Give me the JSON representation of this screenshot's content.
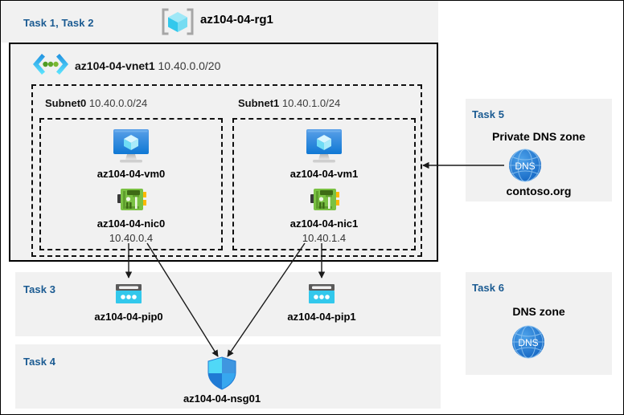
{
  "diagram": {
    "resource_group": {
      "task_label": "Task 1, Task 2",
      "name": "az104-04-rg1",
      "icon": "resource-group-icon"
    },
    "vnet": {
      "name": "az104-04-vnet1",
      "cidr": "10.40.0.0/20",
      "icon": "virtual-network-icon"
    },
    "subnets": [
      {
        "name": "Subnet0",
        "cidr": "10.40.0.0/24",
        "vm": {
          "name": "az104-04-vm0",
          "icon": "virtual-machine-icon"
        },
        "nic": {
          "name": "az104-04-nic0",
          "ip": "10.40.0.4",
          "icon": "network-interface-icon"
        }
      },
      {
        "name": "Subnet1",
        "cidr": "10.40.1.0/24",
        "vm": {
          "name": "az104-04-vm1",
          "icon": "virtual-machine-icon"
        },
        "nic": {
          "name": "az104-04-nic1",
          "ip": "10.40.1.4",
          "icon": "network-interface-icon"
        }
      }
    ],
    "public_ips": {
      "task_label": "Task 3",
      "items": [
        {
          "name": "az104-04-pip0",
          "icon": "public-ip-address-icon"
        },
        {
          "name": "az104-04-pip1",
          "icon": "public-ip-address-icon"
        }
      ]
    },
    "network_security_group": {
      "task_label": "Task 4",
      "name": "az104-04-nsg01",
      "icon": "network-security-group-icon"
    },
    "private_dns_zone": {
      "task_label": "Task 5",
      "title": "Private DNS zone",
      "name": "contoso.org",
      "icon": "dns-zone-icon",
      "icon_label": "DNS"
    },
    "dns_zone": {
      "task_label": "Task 6",
      "title": "DNS zone",
      "icon": "dns-zone-icon",
      "icon_label": "DNS"
    },
    "colors": {
      "task_text": "#1b5b92",
      "panel_bg": "#f1f1f1",
      "page_bg": "#ffffff",
      "border": "#000000",
      "nic_green": "#6cb33f",
      "pip_cyan": "#32c8ec",
      "dns_blue": "#1f7ad4",
      "vm_blue": "#2f8fe0"
    }
  }
}
